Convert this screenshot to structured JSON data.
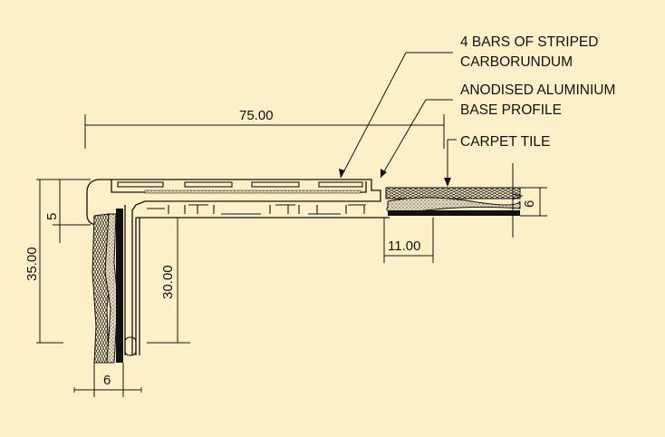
{
  "colors": {
    "background": "#fdf0c8",
    "linework": "#111111",
    "fill_dark": "#111111",
    "fill_light": "#e6dcc0"
  },
  "annotations": {
    "carborundum_line1": "4 BARS OF STRIPED",
    "carborundum_line2": "CARBORUNDUM",
    "aluminium_line1": "ANODISED ALUMINIUM",
    "aluminium_line2": "BASE PROFILE",
    "carpet": "CARPET TILE"
  },
  "dimensions": {
    "overall_width": "75.00",
    "nosing_height": "5",
    "overall_height": "35.00",
    "inner_height": "30.00",
    "riser_thickness": "6",
    "tread_length": "11.00",
    "carpet_thickness": "6"
  },
  "carborundum_bar_count": 4
}
